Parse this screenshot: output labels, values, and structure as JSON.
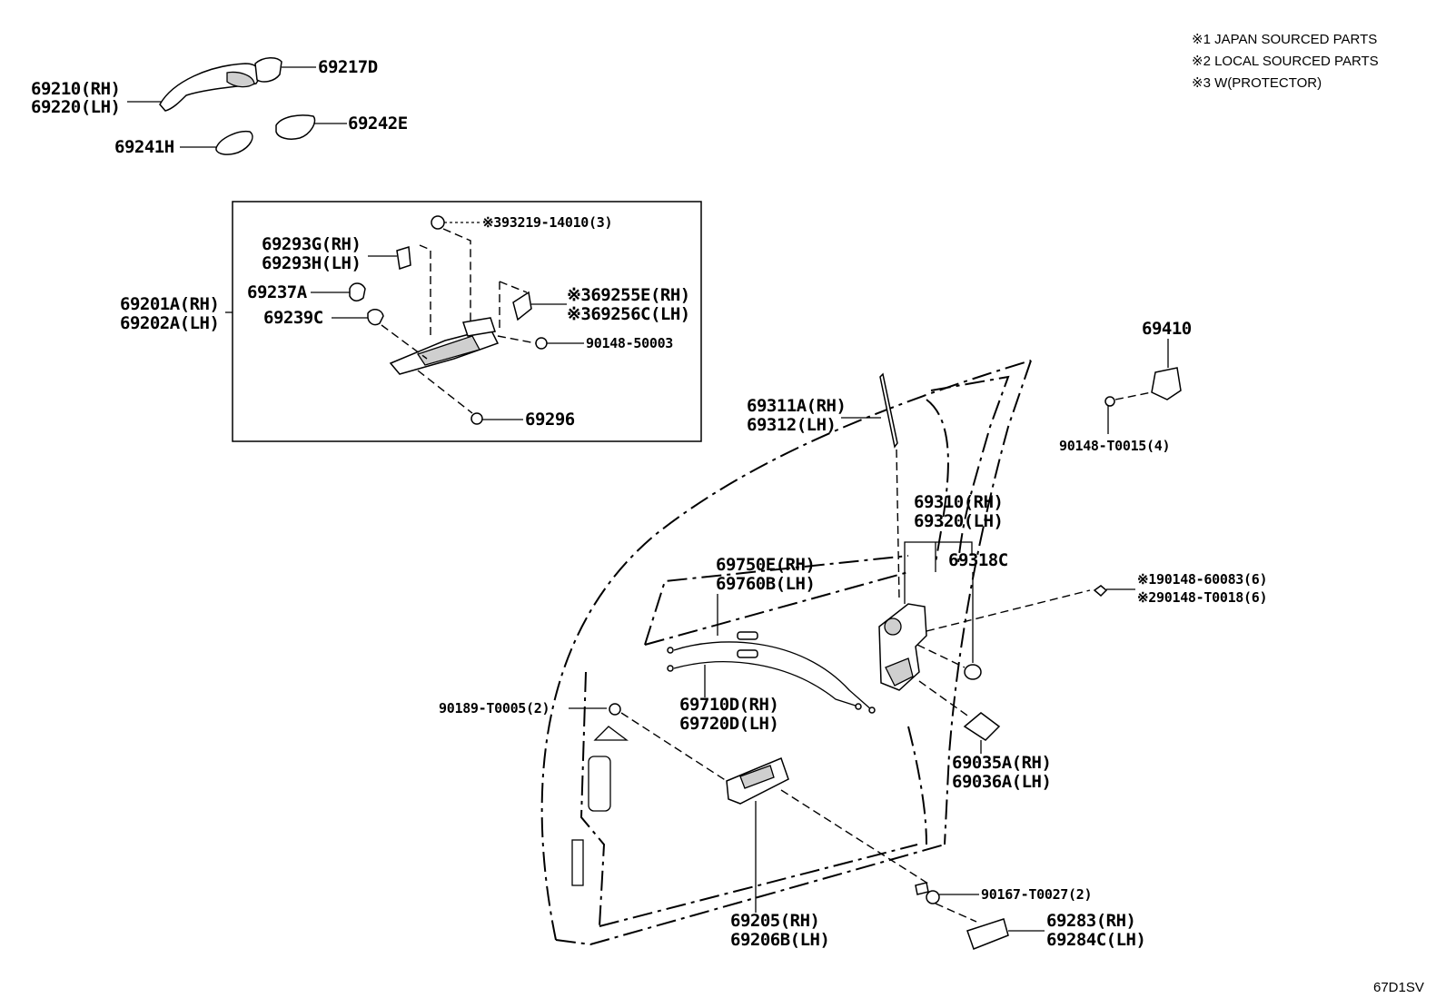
{
  "notes": [
    "※1 JAPAN SOURCED PARTS",
    "※2 LOCAL SOURCED PARTS",
    "※3 W(PROTECTOR)"
  ],
  "diagram_code": "67D1SV",
  "labels": {
    "p69210": "69210(RH)",
    "p69220": "69220(LH)",
    "p69217d": "69217D",
    "p69242e": "69242E",
    "p69241h": "69241H",
    "p393219": "※393219-14010(3)",
    "p69293g": "69293G(RH)",
    "p69293h": "69293H(LH)",
    "p69237a": "69237A",
    "p69201a": "69201A(RH)",
    "p69202a": "69202A(LH)",
    "p69239c": "69239C",
    "p69255e": "※369255E(RH)",
    "p69256c": "※369256C(LH)",
    "p90148_50003": "90148-50003",
    "p69296": "69296",
    "p69410": "69410",
    "p90148_t0015": "90148-T0015(4)",
    "p69311a": "69311A(RH)",
    "p69312": "69312(LH)",
    "p69310": "69310(RH)",
    "p69320": "69320(LH)",
    "p69318c": "69318C",
    "p90148_60083": "※190148-60083(6)",
    "p90148_t0018": "※290148-T0018(6)",
    "p69750e": "69750E(RH)",
    "p69760b": "69760B(LH)",
    "p69710d": "69710D(RH)",
    "p69720d": "69720D(LH)",
    "p90189": "90189-T0005(2)",
    "p69035a": "69035A(RH)",
    "p69036a": "69036A(LH)",
    "p90167": "90167-T0027(2)",
    "p69205": "69205(RH)",
    "p69206b": "69206B(LH)",
    "p69283": "69283(RH)",
    "p69284c": "69284C(LH)"
  }
}
